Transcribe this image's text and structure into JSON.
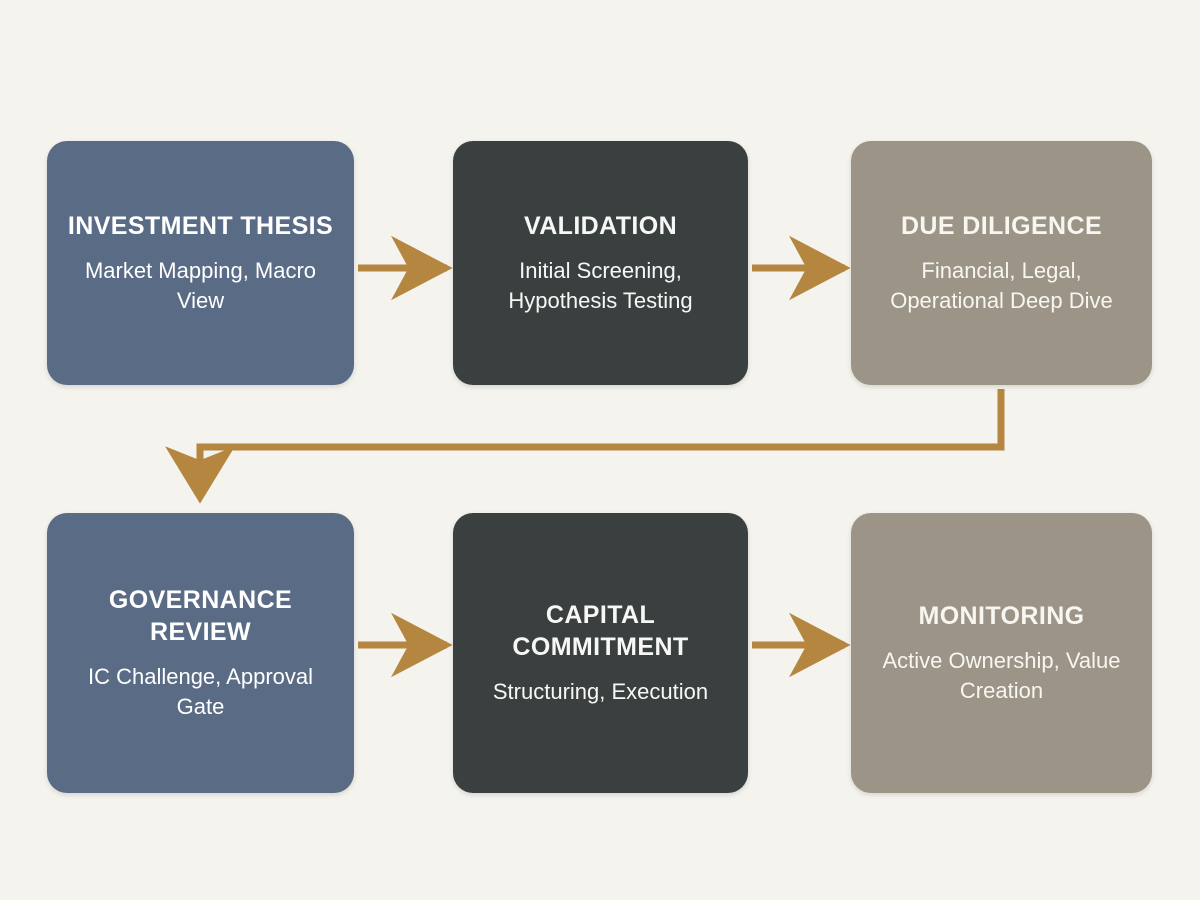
{
  "diagram": {
    "type": "flowchart",
    "background_color": "#f4f3ee",
    "connector_color": "#b5863f",
    "palette": {
      "blue": "#5a6b85",
      "dark": "#3a4040",
      "taupe": "#9b9487",
      "text_light": "#ffffff"
    },
    "nodes": [
      {
        "id": "investment-thesis",
        "title": "INVESTMENT THESIS",
        "subtitle": "Market Mapping, Macro View",
        "tone": "blue",
        "row": 1,
        "column": 1
      },
      {
        "id": "validation",
        "title": "VALIDATION",
        "subtitle": "Initial Screening, Hypothesis Testing",
        "tone": "dark",
        "row": 1,
        "column": 2
      },
      {
        "id": "due-diligence",
        "title": "DUE DILIGENCE",
        "subtitle": "Financial, Legal, Operational Deep Dive",
        "tone": "taupe",
        "row": 1,
        "column": 3
      },
      {
        "id": "governance-review",
        "title": "GOVERNANCE REVIEW",
        "subtitle": "IC Challenge, Approval Gate",
        "tone": "blue",
        "row": 2,
        "column": 1
      },
      {
        "id": "capital-commitment",
        "title": "CAPITAL COMMITMENT",
        "subtitle": "Structuring, Execution",
        "tone": "dark",
        "row": 2,
        "column": 2
      },
      {
        "id": "monitoring",
        "title": "MONITORING",
        "subtitle": "Active Ownership, Value Creation",
        "tone": "taupe",
        "row": 2,
        "column": 3
      }
    ],
    "connectors": [
      {
        "id": "arrow-thesis-to-validation",
        "from": "investment-thesis",
        "to": "validation",
        "shape": "straight-right"
      },
      {
        "id": "arrow-validation-to-dd",
        "from": "validation",
        "to": "due-diligence",
        "shape": "straight-right"
      },
      {
        "id": "arrow-dd-to-governance",
        "from": "due-diligence",
        "to": "governance-review",
        "shape": "elbow-down-left-down"
      },
      {
        "id": "arrow-governance-to-capital",
        "from": "governance-review",
        "to": "capital-commitment",
        "shape": "straight-right"
      },
      {
        "id": "arrow-capital-to-monitoring",
        "from": "capital-commitment",
        "to": "monitoring",
        "shape": "straight-right"
      }
    ]
  }
}
